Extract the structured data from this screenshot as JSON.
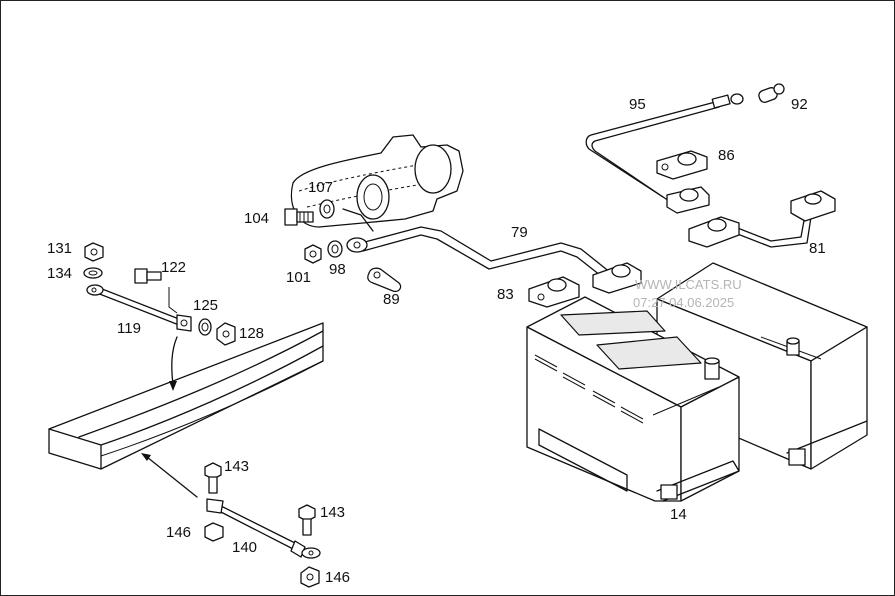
{
  "labels": {
    "p14": "14",
    "p79": "79",
    "p81": "81",
    "p83": "83",
    "p86": "86",
    "p89": "89",
    "p92": "92",
    "p95": "95",
    "p98": "98",
    "p101": "101",
    "p104": "104",
    "p107": "107",
    "p119": "119",
    "p122": "122",
    "p125": "125",
    "p128": "128",
    "p131": "131",
    "p134": "134",
    "p140": "140",
    "p143a": "143",
    "p143b": "143",
    "p146a": "146",
    "p146b": "146"
  },
  "watermark": {
    "line1": "WWW.ILCATS.RU",
    "line2": "07:27 04.06.2025"
  }
}
